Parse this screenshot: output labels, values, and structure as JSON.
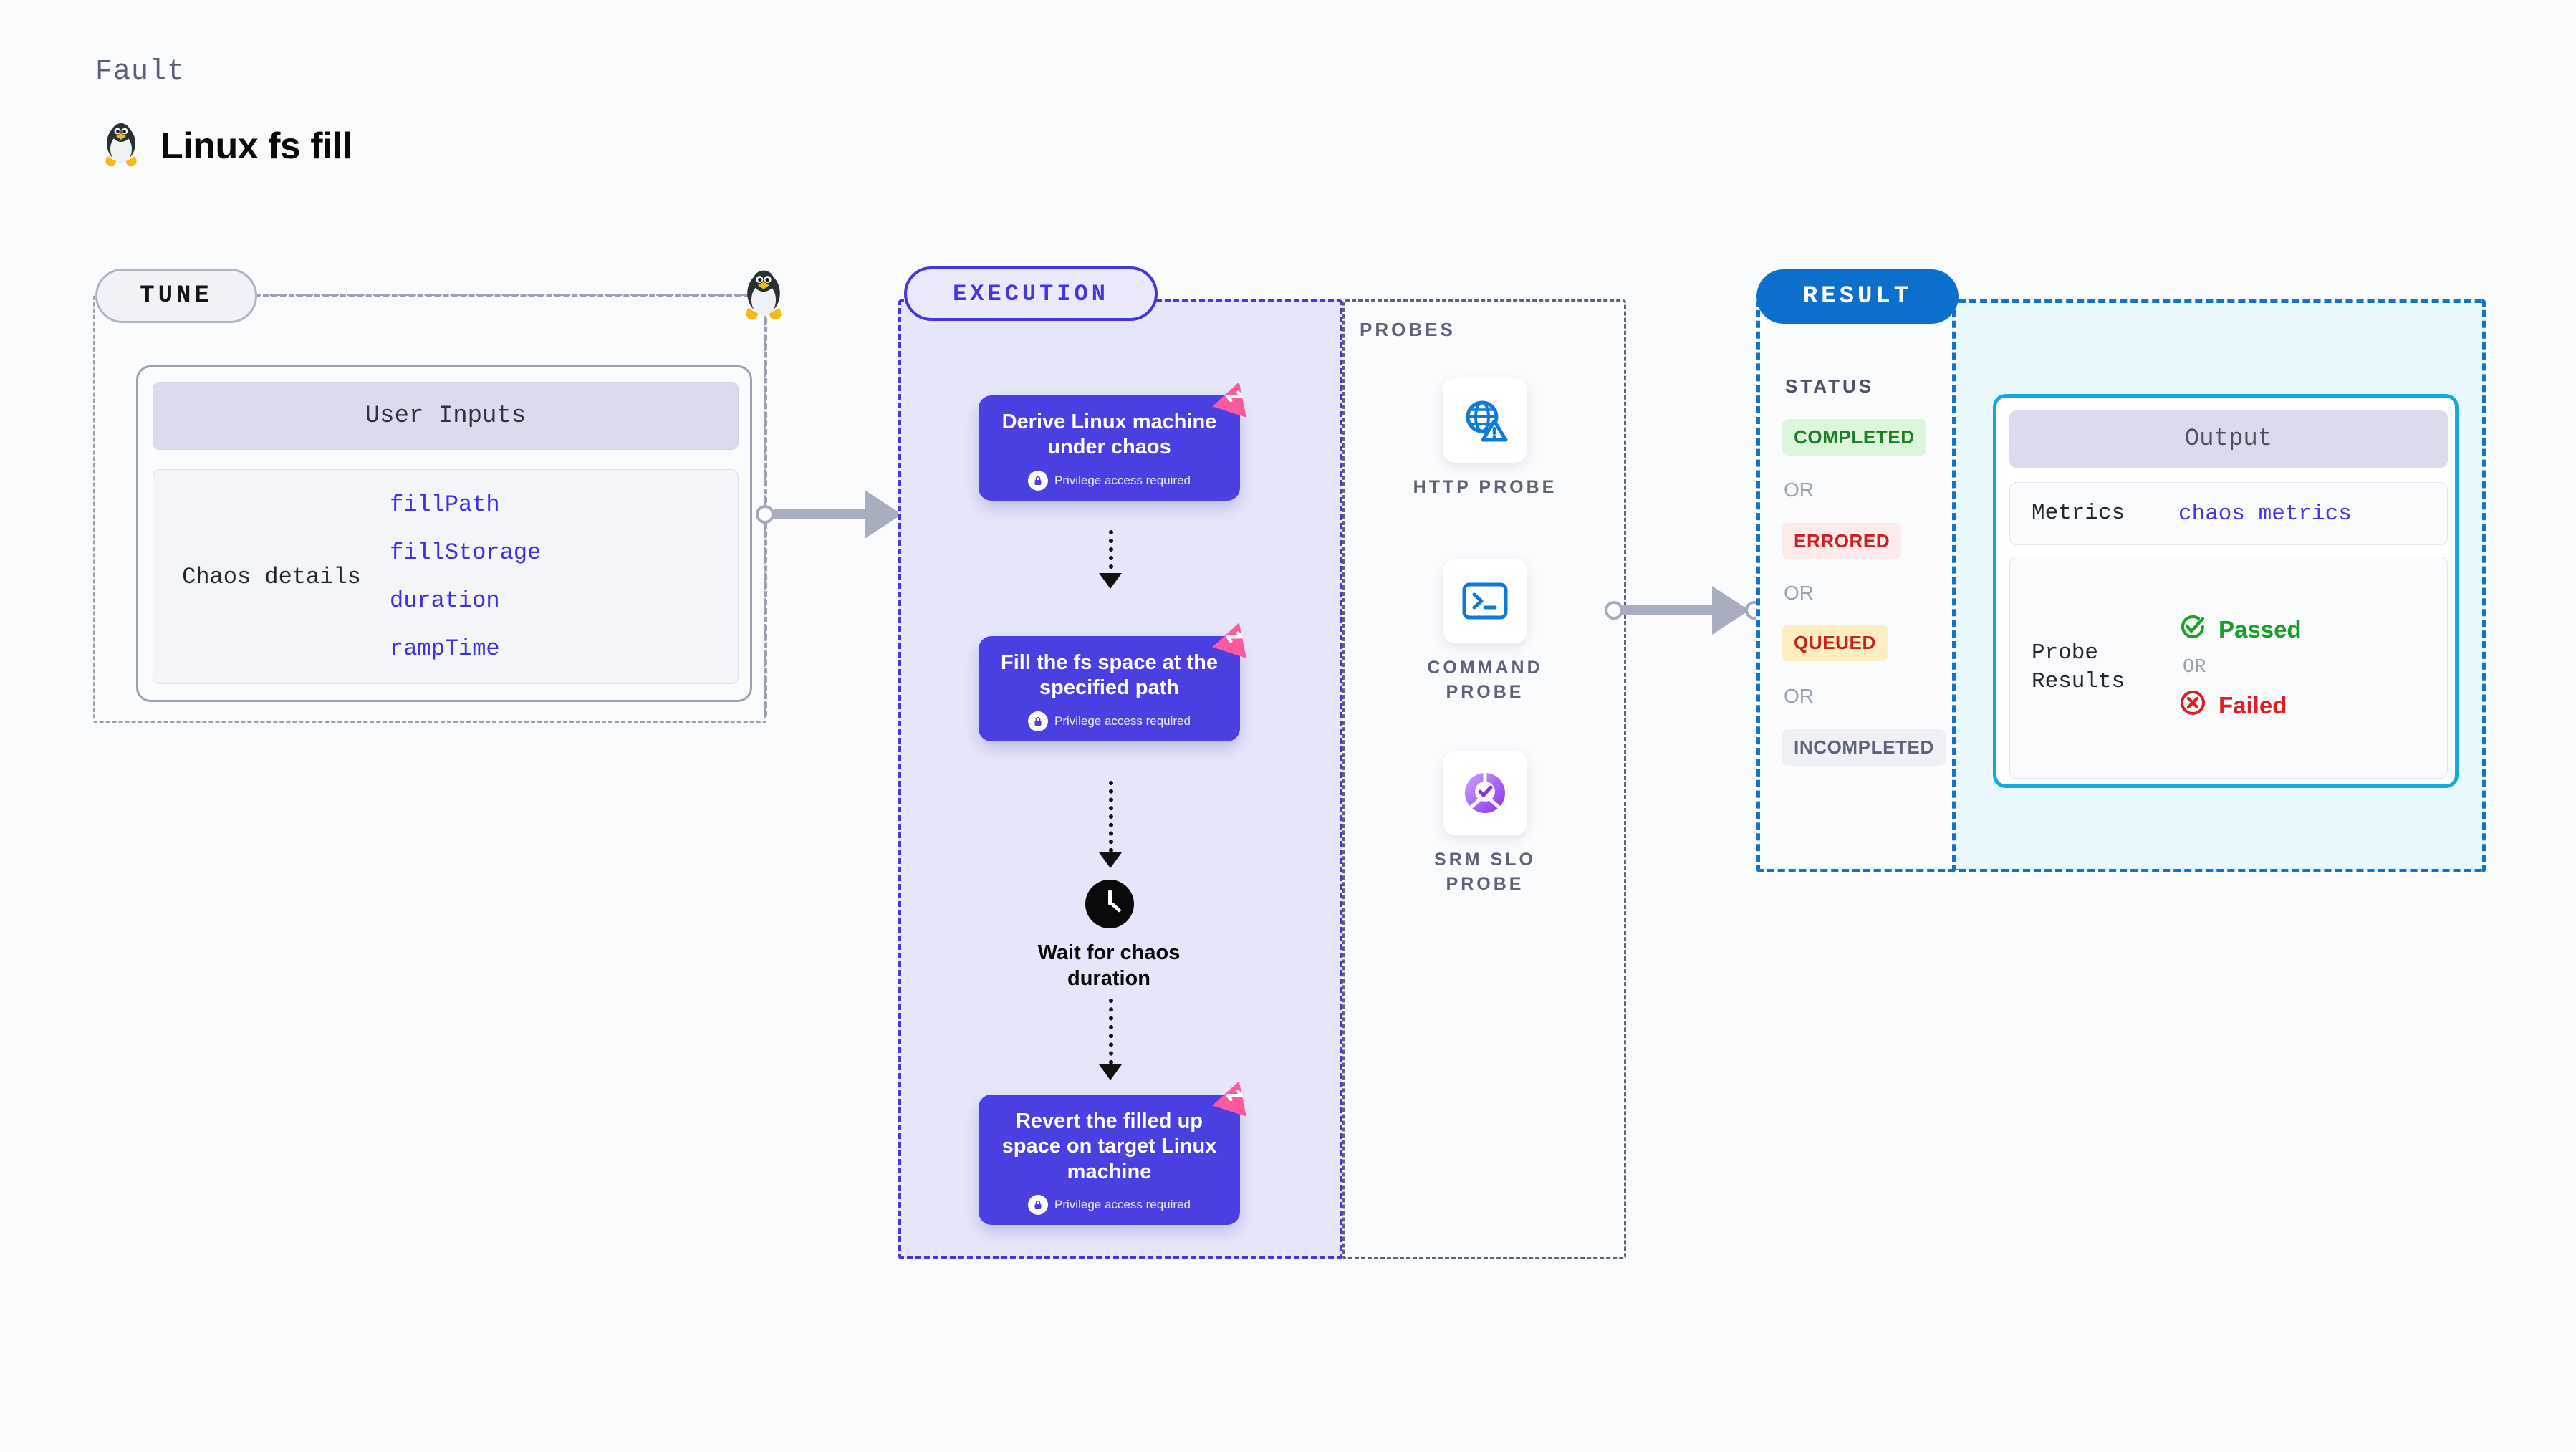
{
  "header": {
    "kicker": "Fault",
    "title": "Linux fs fill",
    "icon": "linux-penguin-icon"
  },
  "tune": {
    "pill_label": "TUNE",
    "user_inputs_header": "User Inputs",
    "details_label": "Chaos details",
    "params": [
      "fillPath",
      "fillStorage",
      "duration",
      "rampTime"
    ],
    "connector_icon": "linux-penguin-icon"
  },
  "execution": {
    "pill_label": "EXECUTION",
    "privilege_text": "Privilege access required",
    "steps": [
      {
        "title": "Derive Linux machine under chaos",
        "privilege": true
      },
      {
        "title": "Fill the fs space at the specified path",
        "privilege": true
      }
    ],
    "wait_label": "Wait for chaos duration",
    "final_step": {
      "title": "Revert the filled up space on target Linux machine",
      "privilege": true
    }
  },
  "probes": {
    "label": "PROBES",
    "items": [
      {
        "name": "HTTP PROBE",
        "icon": "globe-warning-icon"
      },
      {
        "name": "COMMAND PROBE",
        "icon": "terminal-icon"
      },
      {
        "name": "SRM SLO PROBE",
        "icon": "slo-donut-check-icon"
      }
    ]
  },
  "result": {
    "pill_label": "RESULT",
    "status_label": "STATUS",
    "or_label": "OR",
    "statuses": [
      {
        "label": "COMPLETED",
        "bg": "#ddf5dd",
        "fg": "#1a8020"
      },
      {
        "label": "ERRORED",
        "bg": "#fdeaea",
        "fg": "#cc1f1f"
      },
      {
        "label": "QUEUED",
        "bg": "#fdeebf",
        "fg": "#c81f1f"
      },
      {
        "label": "INCOMPLETED",
        "bg": "#eff0f5",
        "fg": "#5b6478"
      }
    ],
    "output": {
      "header": "Output",
      "metrics_key": "Metrics",
      "metrics_value": "chaos metrics",
      "probe_results_key": "Probe Results",
      "passed_label": "Passed",
      "failed_label": "Failed",
      "or_label": "OR"
    }
  },
  "colors": {
    "page_bg": "#fafbfd",
    "execution_accent": "#4338e0",
    "execution_fill": "#e6e6fb",
    "result_accent": "#1372cc",
    "output_accent": "#12aadd",
    "chaos_badge": "#fb5a9e",
    "passed": "#1a9f26",
    "failed": "#dc1f1f",
    "link": "#3a31e0"
  }
}
